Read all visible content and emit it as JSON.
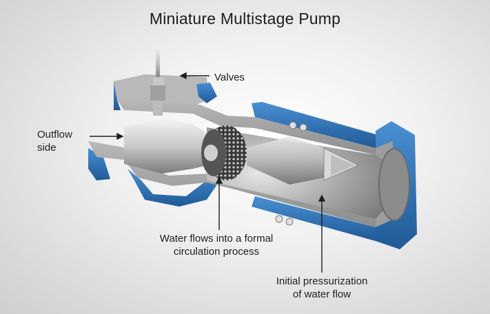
{
  "title": "Miniature Multistage Pump",
  "labels": {
    "valves": "Valves",
    "outflow_line1": "Outflow",
    "outflow_line2": "side",
    "water_line1": "Water flows into a formal",
    "water_line2": "circulation process",
    "pressure_line1": "Initial pressurization",
    "pressure_line2": "of water flow"
  },
  "colors": {
    "housing_blue": "#2f73b8",
    "metal": "#a9a9a9",
    "text": "#1e1e1e"
  }
}
